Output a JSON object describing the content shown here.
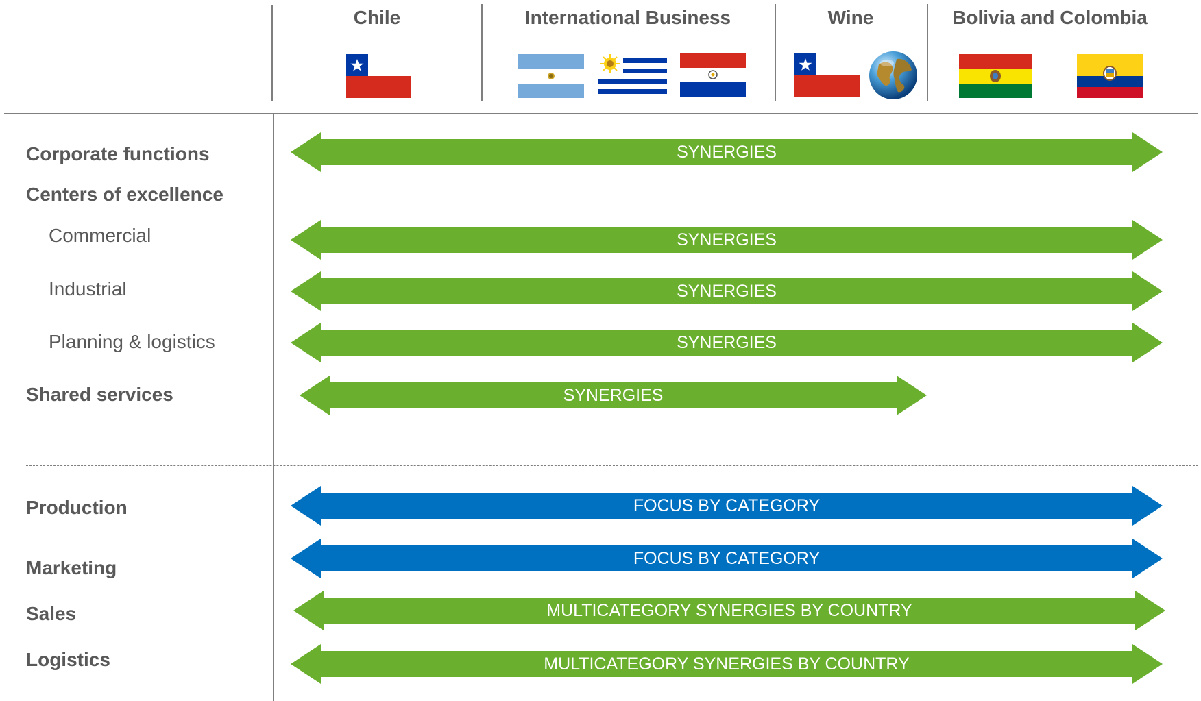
{
  "colors": {
    "green": "#6aaf2d",
    "blue": "#0070c0",
    "text": "#595959",
    "line": "#7f7f7f"
  },
  "columns": {
    "chile": {
      "label": "Chile",
      "flags": [
        "chile-flag"
      ]
    },
    "international": {
      "label": "International Business",
      "flags": [
        "argentina-flag",
        "uruguay-flag",
        "paraguay-flag"
      ]
    },
    "wine": {
      "label": "Wine",
      "flags": [
        "chile-flag",
        "globe-icon"
      ]
    },
    "bolivia_colombia": {
      "label": "Bolivia and Colombia",
      "flags": [
        "bolivia-flag",
        "colombia-flag"
      ]
    }
  },
  "rows": {
    "corporate": "Corporate functions",
    "centers": "Centers of excellence",
    "commercial": "Commercial",
    "industrial": "Industrial",
    "planning": "Planning & logistics",
    "shared": "Shared services",
    "production": "Production",
    "marketing": "Marketing",
    "sales": "Sales",
    "logistics": "Logistics"
  },
  "arrows": {
    "corporate": {
      "text": "SYNERGIES",
      "color": "green"
    },
    "commercial": {
      "text": "SYNERGIES",
      "color": "green"
    },
    "industrial": {
      "text": "SYNERGIES",
      "color": "green"
    },
    "planning": {
      "text": "SYNERGIES",
      "color": "green"
    },
    "shared": {
      "text": "SYNERGIES",
      "color": "green"
    },
    "production": {
      "text": "FOCUS BY CATEGORY",
      "color": "blue"
    },
    "marketing": {
      "text": "FOCUS BY CATEGORY",
      "color": "blue"
    },
    "sales": {
      "text": "MULTICATEGORY SYNERGIES BY COUNTRY",
      "color": "green"
    },
    "logistics": {
      "text": "MULTICATEGORY SYNERGIES BY COUNTRY",
      "color": "green"
    }
  }
}
